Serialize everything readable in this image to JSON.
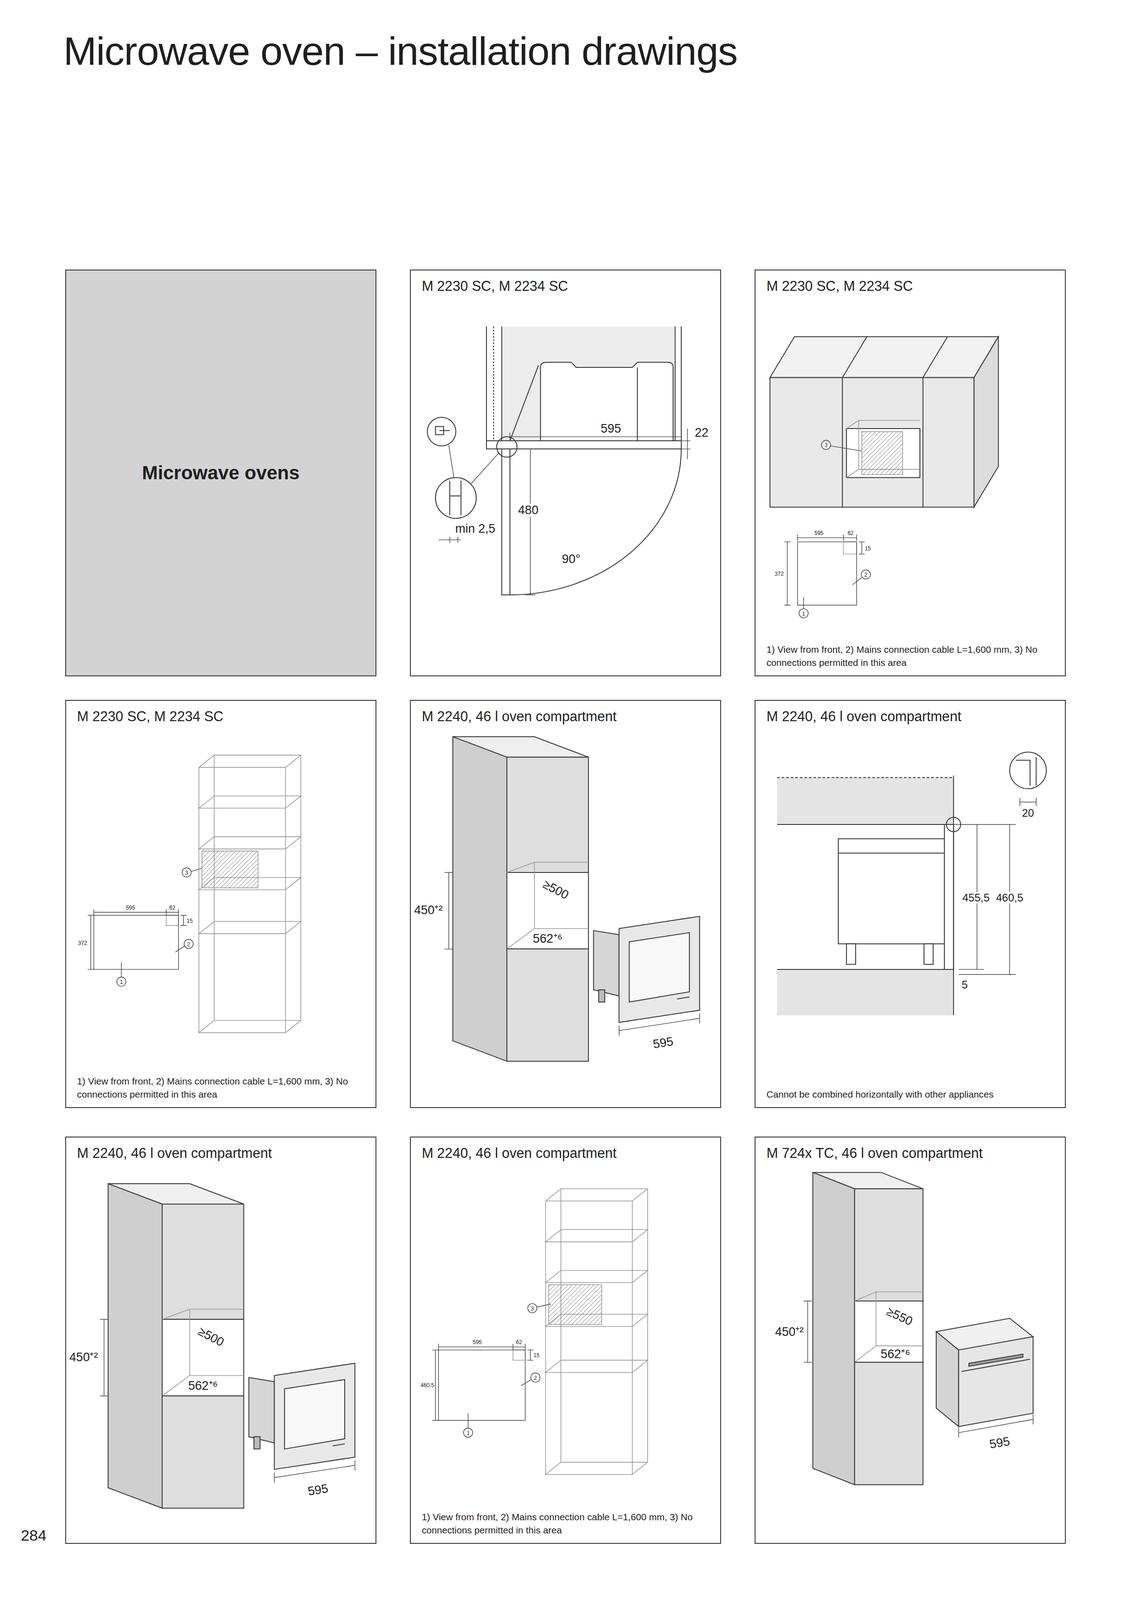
{
  "diagram": {
    "title": "Microwave oven – installation drawings",
    "nodes": [
      {
        "text": [
          "Microwave ovens"
        ]
      },
      {
        "text": [
          "M 2230 SC, M 2234 SC"
        ]
      },
      {
        "text": [
          "M 2230 SC, M 2234 SC",
          "1) View from front, 2) Mains connection cable L=1,600 mm, 3) No connections permitted in this area"
        ]
      },
      {
        "text": [
          "M 2230 SC, M 2234 SC",
          "1) View from front, 2) Mains connection cable L=1,600 mm, 3) No connections permitted in this area"
        ]
      },
      {
        "text": [
          "M 2240, 46 l oven compartment"
        ]
      },
      {
        "text": [
          "M 2240, 46 l oven compartment",
          "Cannot be combined horizontally with other appliances"
        ]
      },
      {
        "text": [
          "M 2240, 46 l oven compartment"
        ]
      },
      {
        "text": [
          "M 2240, 46 l oven compartment",
          "1) View from front, 2) Mains connection cable L=1,600 mm, 3) No connections permitted in this area"
        ]
      },
      {
        "text": [
          "M 724x TC, 46 l oven compartment"
        ]
      }
    ],
    "labels": [
      "595",
      "22",
      "480",
      "min 2,5",
      "90°",
      "3",
      "595",
      "62",
      "15",
      "372",
      "2",
      "1",
      "3",
      "595",
      "62",
      "15",
      "372",
      "2",
      "1",
      "≥500",
      "562⁺⁶",
      "450⁺²",
      "595",
      "20",
      "455,5",
      "460,5",
      "5",
      "≥500",
      "562⁺⁶",
      "450⁺²",
      "595",
      "3",
      "595",
      "62",
      "15",
      "460.5",
      "2",
      "1",
      "≥550",
      "562⁺⁶",
      "450⁺²",
      "595",
      "284"
    ]
  }
}
